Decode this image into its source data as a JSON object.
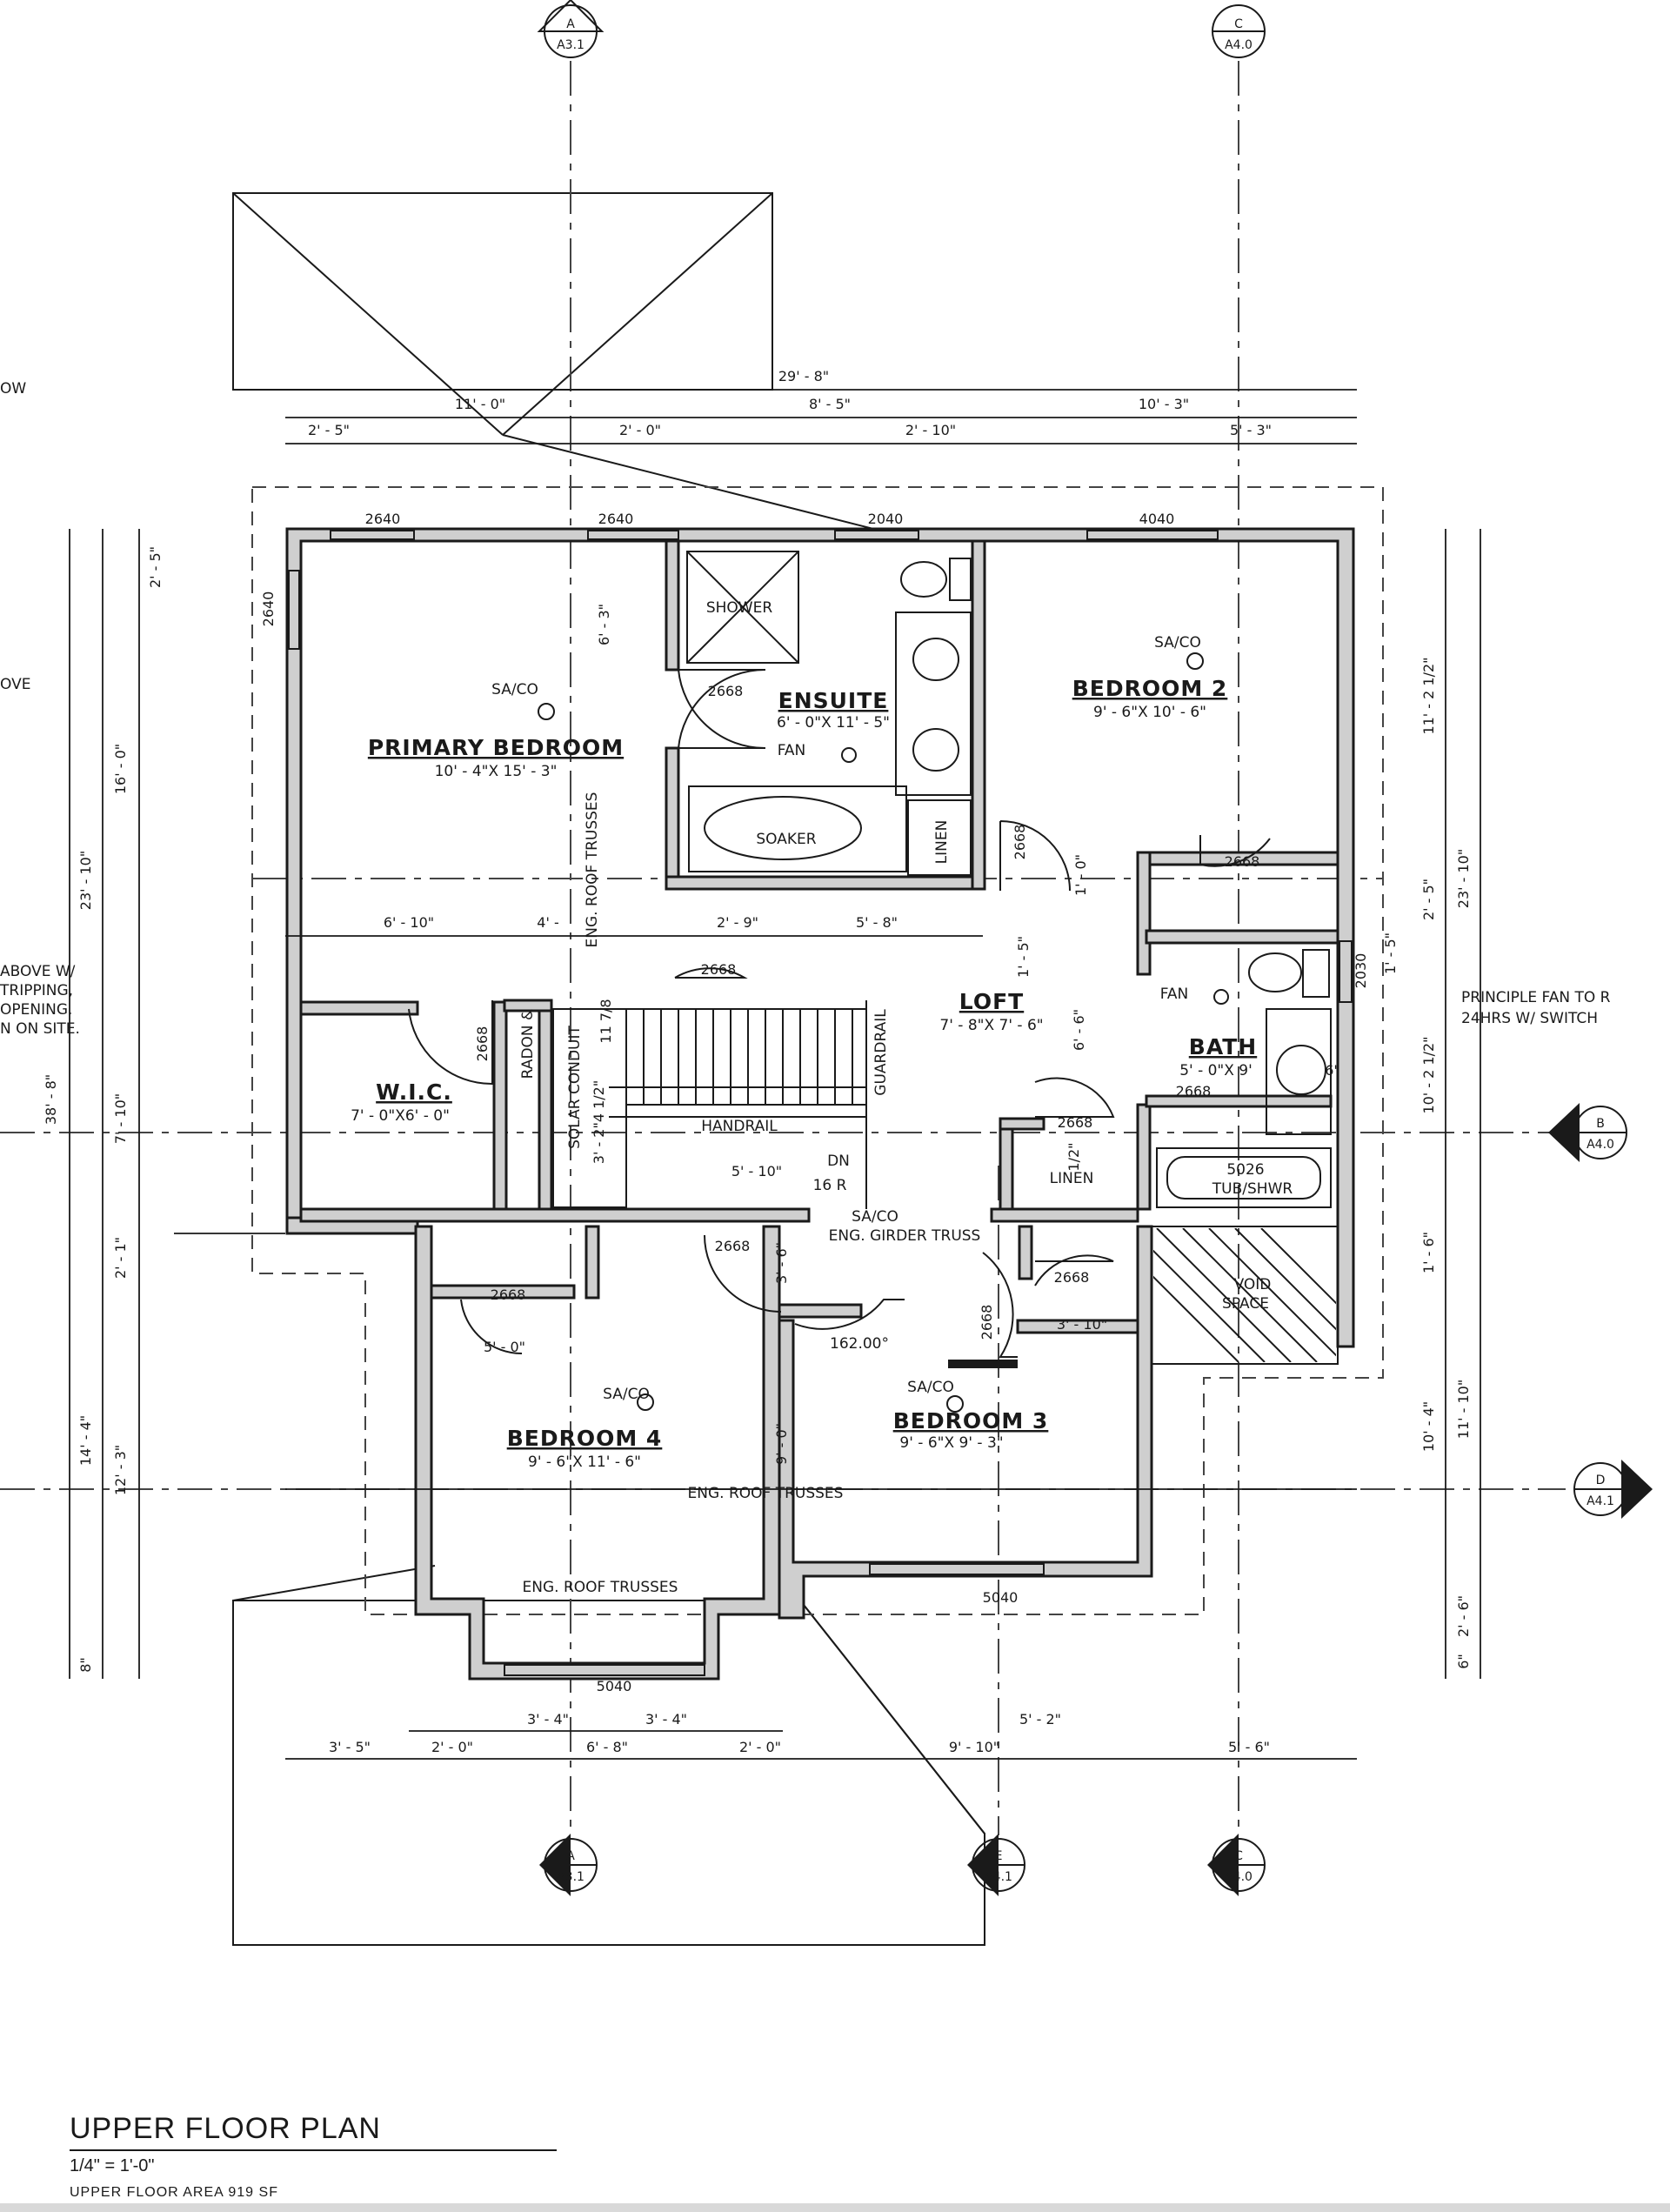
{
  "title": "UPPER FLOOR PLAN",
  "scale": "1/4\" = 1'-0\"",
  "area": "UPPER FLOOR AREA  919 SF",
  "rooms": {
    "primary": {
      "name": "PRIMARY BEDROOM",
      "size": "10' - 4\"X 15' - 3\""
    },
    "ensuite": {
      "name": "ENSUITE",
      "size": "6' - 0\"X 11' - 5\""
    },
    "bed2": {
      "name": "BEDROOM 2",
      "size": "9' - 6\"X 10' - 6\""
    },
    "loft": {
      "name": "LOFT",
      "size": "7' - 8\"X 7' - 6\""
    },
    "bath": {
      "name": "BATH",
      "size": "5' - 0\"X 9'"
    },
    "wic": {
      "name": "W.I.C.",
      "size": "7' - 0\"X6' - 0\""
    },
    "bed4": {
      "name": "BEDROOM 4",
      "size": "9' - 6\"X 11' - 6\""
    },
    "bed3": {
      "name": "BEDROOM 3",
      "size": "9' - 6\"X 9' - 3\""
    }
  },
  "labels": {
    "shower": "SHOWER",
    "soaker": "SOAKER",
    "linen": "LINEN",
    "fan": "FAN",
    "saco": "SA/CO",
    "handrail": "HANDRAIL",
    "guardrail": "GUARDRAIL",
    "dn": "DN",
    "risers": "16 R",
    "tub": "5026",
    "tub2": "TUB/SHWR",
    "void1": "VOID",
    "void2": "SPACE",
    "roof_trusses": "ENG. ROOF TRUSSES",
    "girder": "ENG. GIRDER TRUSS",
    "radon": "RADON &",
    "solar": "SOLAR CONDUIT",
    "fan_note1": "PRINCIPLE FAN TO R",
    "fan_note2": "24HRS W/ SWITCH",
    "note1": "ABOVE W/",
    "note2": "TRIPPING,",
    "note3": "OPENING.",
    "note4": "N ON SITE.",
    "edge1": "OW",
    "edge2": "OVE",
    "angle": "162.00°",
    "six_inch": "6\""
  },
  "doors": {
    "d2640": "2640",
    "d2040": "2040",
    "d4040": "4040",
    "d2668": "2668",
    "d2030": "2030",
    "d5040": "5040"
  },
  "dims": {
    "overall_w": "29' - 8\"",
    "d11_0": "11' - 0\"",
    "d8_5": "8' - 5\"",
    "d10_3": "10' - 3\"",
    "d2_5": "2' - 5\"",
    "d2_0": "2' - 0\"",
    "d2_10": "2' - 10\"",
    "d5_3": "5' - 3\"",
    "d6_3": "6' - 3\"",
    "d6_10": "6' - 10\"",
    "d4": "4' - ",
    "d2_9": "2' - 9\"",
    "d5_8": "5' - 8\"",
    "d1_0": "1' - 0\"",
    "d1_5": "1' - 5\"",
    "d6_6": "6' - 6\"",
    "d5_10": "5' - 10\"",
    "d5_0": "5' - 0\"",
    "d3_10": "3' - 10\"",
    "d3_5": "3' - 5\"",
    "d3_4": "3' - 4\"",
    "d6_8": "6' - 8\"",
    "d9_10": "9' - 10\"",
    "d5_2": "5' - 2\"",
    "d5_6": "5' - 6\"",
    "l16_0": "16' - 0\"",
    "l23_10": "23' - 10\"",
    "l38_8": "38' - 8\"",
    "l7_10": "7' - 10\"",
    "l2_1": "2' - 1\"",
    "l14_4": "14' - 4\"",
    "l12_3": "12' - 3\"",
    "l8": "8\"",
    "r11_2": "11' - 2 1/2\"",
    "r23_10": "23' - 10\"",
    "r2_5": "2' - 5\"",
    "r1_5": "1' - 5\"",
    "r10_2": "10' - 2 1/2\"",
    "r1_6": "1' - 6\"",
    "r10_4": "10' - 4\"",
    "r11_10": "11' - 10\"",
    "r2_6": "2' - 6\"",
    "r6": "6\"",
    "stair1": "3' - 2\"4 1/2\"",
    "stair2": "11 7/8",
    "b1": "1/2\"",
    "d9_0": "9' - 0\"",
    "d3_6": "3' - 6\""
  },
  "sections": [
    {
      "id": "A",
      "sheet": "A3.1"
    },
    {
      "id": "C",
      "sheet": "A4.0"
    },
    {
      "id": "B",
      "sheet": "A4.0"
    },
    {
      "id": "D",
      "sheet": "A4.1"
    },
    {
      "id": "A",
      "sheet": "A3.1"
    },
    {
      "id": "E",
      "sheet": "A4.1"
    },
    {
      "id": "C",
      "sheet": "A4.0"
    }
  ]
}
